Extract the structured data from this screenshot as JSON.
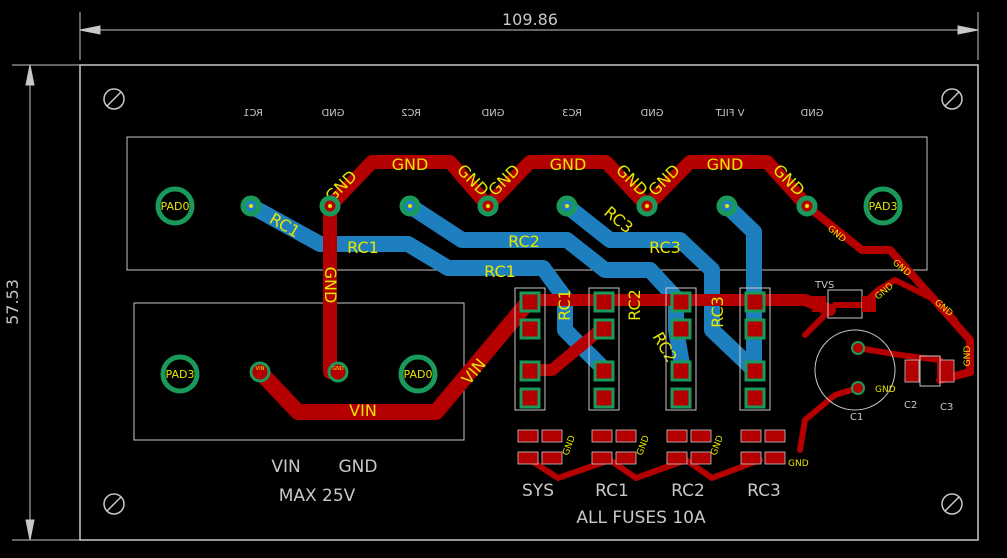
{
  "dimensions": {
    "width": "109.86",
    "height": "57.53"
  },
  "connector_top": {
    "pin_labels": [
      "RC1",
      "GND",
      "RC2",
      "GND",
      "RC3",
      "GND",
      "V FILT",
      "GND"
    ],
    "pads": {
      "left": "PAD0",
      "right": "PAD3"
    }
  },
  "connector_bottom": {
    "pads": {
      "left": "PAD3",
      "right": "PAD0"
    },
    "mini_labels": {
      "pin1": "VIN",
      "pin2": "GND"
    }
  },
  "trace_labels": {
    "gnd": "GND",
    "vin": "VIN",
    "rc1": "RC1",
    "rc2": "RC2",
    "rc3": "RC3"
  },
  "components": {
    "tvs": "TVS",
    "c1": "C1",
    "c2": "C2",
    "c3": "C3"
  },
  "silkscreen": {
    "vin_label": "VIN",
    "gnd_label": "GND",
    "max_voltage": "MAX 25V",
    "fuse_labels": [
      "SYS",
      "RC1",
      "RC2",
      "RC3"
    ],
    "fuse_note": "ALL FUSES 10A"
  },
  "colors": {
    "background": "#000000",
    "top_copper": "#b40000",
    "bottom_copper": "#1e7fbf",
    "silkscreen": "#c8c8c8",
    "pads": "#1a9a5a",
    "net_text": "#e6e600"
  }
}
